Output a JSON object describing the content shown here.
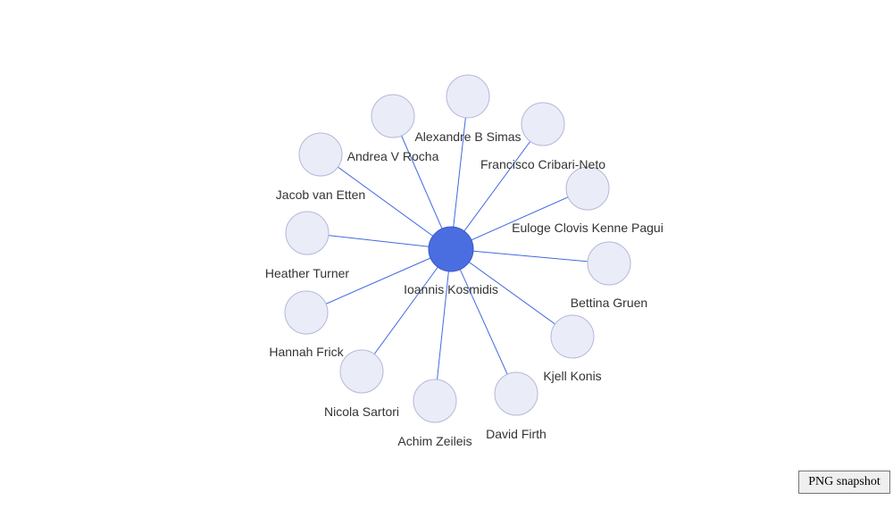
{
  "colors": {
    "edge": "#4169e1",
    "center_node": "#4a6ee0",
    "peer_node": "#eaecf8",
    "label": "#333333"
  },
  "graph": {
    "center": {
      "id": "center",
      "label": "Ioannis Kosmidis"
    },
    "peers": [
      {
        "id": "alexandre-b-simas",
        "label": "Alexandre B Simas"
      },
      {
        "id": "francisco-cribari-neto",
        "label": "Francisco Cribari-Neto"
      },
      {
        "id": "euloge-clovis-kenne-pagui",
        "label": "Euloge Clovis Kenne Pagui"
      },
      {
        "id": "bettina-gruen",
        "label": "Bettina Gruen"
      },
      {
        "id": "kjell-konis",
        "label": "Kjell Konis"
      },
      {
        "id": "david-firth",
        "label": "David Firth"
      },
      {
        "id": "achim-zeileis",
        "label": "Achim Zeileis"
      },
      {
        "id": "nicola-sartori",
        "label": "Nicola Sartori"
      },
      {
        "id": "hannah-frick",
        "label": "Hannah Frick"
      },
      {
        "id": "heather-turner",
        "label": "Heather Turner"
      },
      {
        "id": "jacob-van-etten",
        "label": "Jacob van Etten"
      },
      {
        "id": "andrea-v-rocha",
        "label": "Andrea V Rocha"
      }
    ]
  },
  "toolbar": {
    "snapshot_label": "PNG snapshot"
  }
}
